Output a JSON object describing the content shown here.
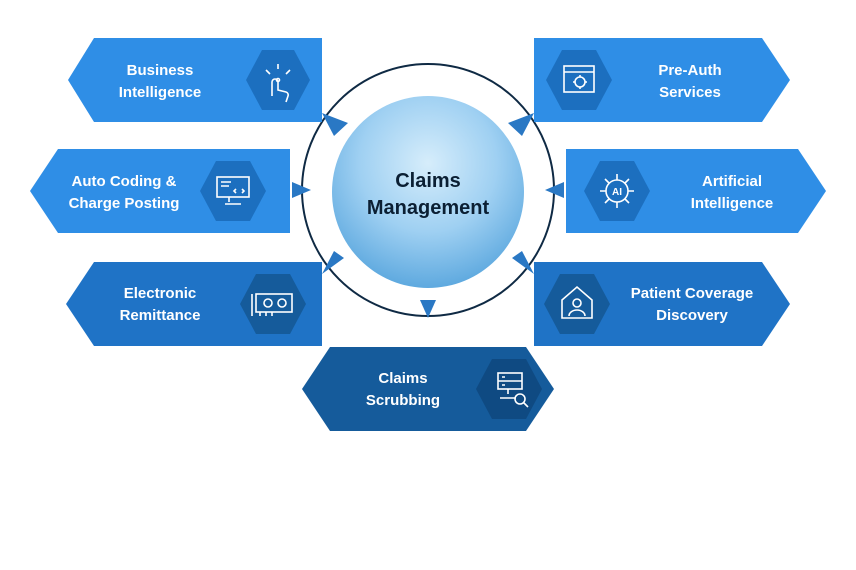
{
  "center": {
    "line1": "Claims",
    "line2": "Management"
  },
  "nodes": [
    {
      "id": "business-intelligence",
      "line1": "Business",
      "line2": "Intelligence",
      "icon": "touch-gesture-icon"
    },
    {
      "id": "auto-coding",
      "line1": "Auto Coding &",
      "line2": "Charge Posting",
      "icon": "monitor-code-icon"
    },
    {
      "id": "electronic-remittance",
      "line1": "Electronic",
      "line2": "Remittance",
      "icon": "circuit-card-icon"
    },
    {
      "id": "claims-scrubbing",
      "line1": "Claims",
      "line2": "Scrubbing",
      "icon": "server-search-icon"
    },
    {
      "id": "patient-coverage",
      "line1": "Patient Coverage",
      "line2": "Discovery",
      "icon": "house-person-icon"
    },
    {
      "id": "artificial-intelligence",
      "line1": "Artificial",
      "line2": "Intelligence",
      "icon": "ai-chip-icon"
    },
    {
      "id": "pre-auth",
      "line1": "Pre-Auth",
      "line2": "Services",
      "icon": "browser-gear-icon"
    }
  ],
  "colors": {
    "light": "#2f8ee6",
    "mid": "#1f73c6",
    "dark": "#155b9b",
    "ring": "#0f2a44",
    "center_fill": "#8cc8f0"
  }
}
